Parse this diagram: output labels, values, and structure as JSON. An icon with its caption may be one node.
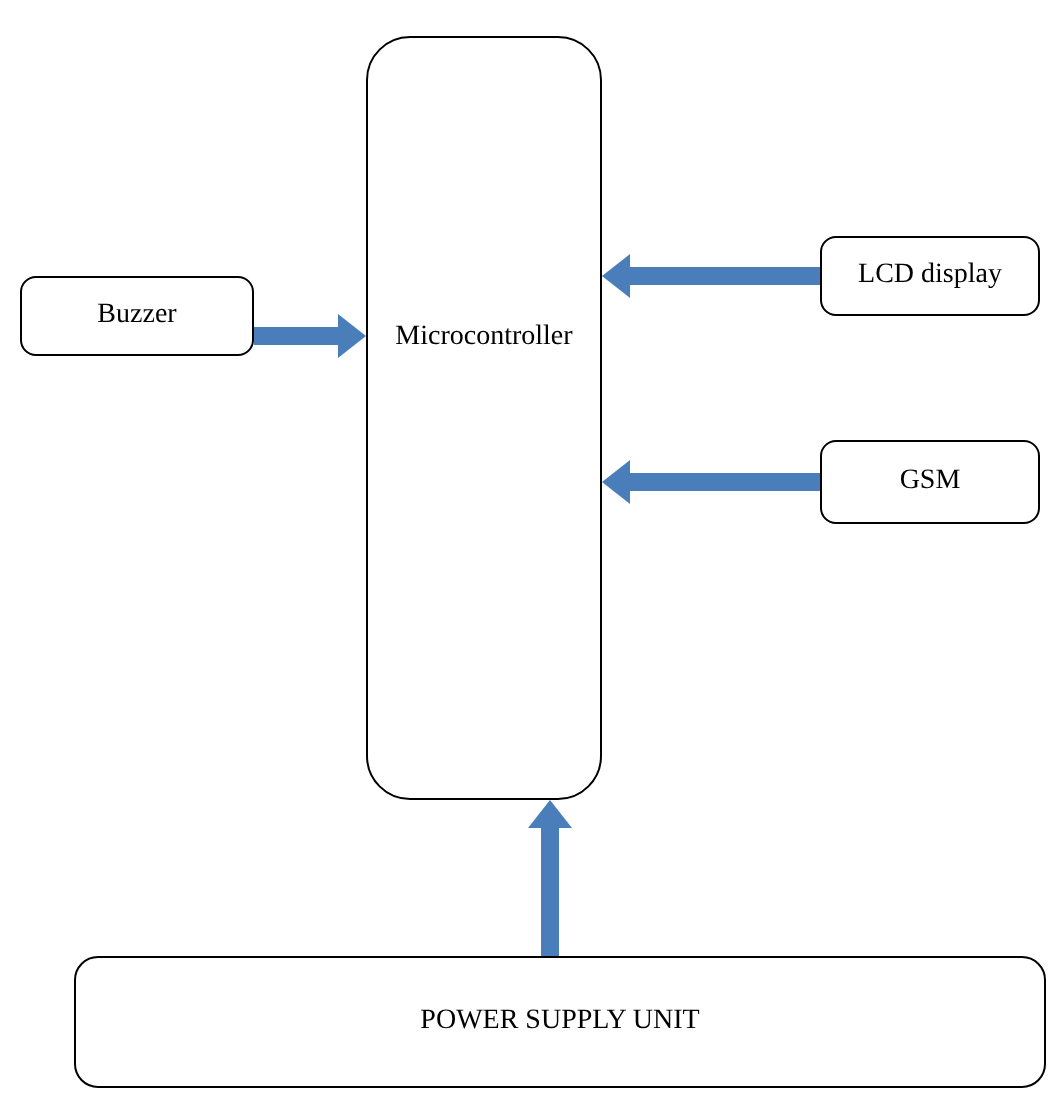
{
  "diagram": {
    "nodes": [
      {
        "text": [
          "Microcontroller"
        ]
      },
      {
        "text": [
          "Buzzer"
        ]
      },
      {
        "text": [
          "LCD display"
        ]
      },
      {
        "text": [
          "GSM"
        ]
      },
      {
        "text": [
          "POWER SUPPLY UNIT"
        ]
      }
    ],
    "edges": [
      {
        "from": 1,
        "to": 0,
        "arrow": "to"
      },
      {
        "from": 2,
        "to": 0,
        "arrow": "to"
      },
      {
        "from": 3,
        "to": 0,
        "arrow": "to"
      },
      {
        "from": 4,
        "to": 0,
        "arrow": "to"
      }
    ]
  }
}
